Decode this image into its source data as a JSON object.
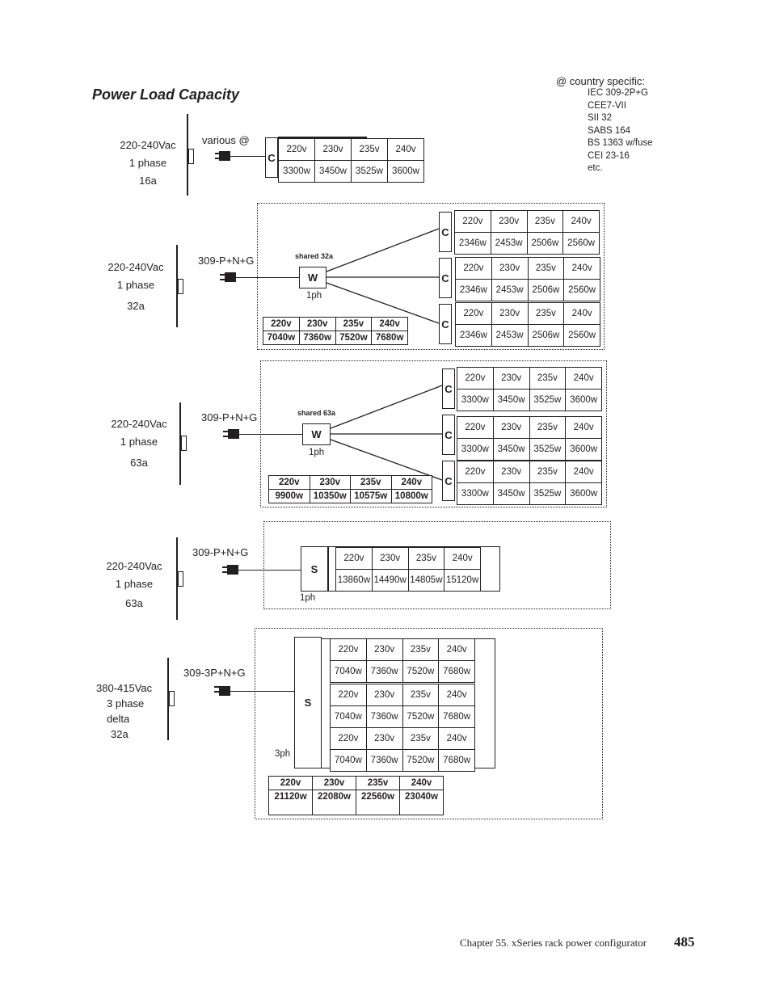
{
  "title": "Power Load Capacity",
  "country": {
    "heading": "@ country specific:",
    "items": [
      "IEC 309-2P+G",
      "CEE7-VII",
      "SII 32",
      "SABS 164",
      "BS 1363 w/fuse",
      "CEI 23-16",
      "etc."
    ]
  },
  "sections": [
    {
      "source": [
        "220-240Vac",
        "1 phase",
        "16a"
      ],
      "plug": "various @",
      "box_letter": "C",
      "tables": [
        {
          "volts": [
            "220v",
            "230v",
            "235v",
            "240v"
          ],
          "watts": [
            "3300w",
            "3450w",
            "3525w",
            "3600w"
          ]
        }
      ]
    },
    {
      "source": [
        "220-240Vac",
        "1 phase",
        "32a"
      ],
      "plug": "309-P+N+G",
      "shared": "shared 32a",
      "box_letter": "W",
      "phase": "1ph",
      "outlet_letter": "C",
      "tables": [
        {
          "volts": [
            "220v",
            "230v",
            "235v",
            "240v"
          ],
          "watts": [
            "2346w",
            "2453w",
            "2506w",
            "2560w"
          ]
        },
        {
          "volts": [
            "220v",
            "230v",
            "235v",
            "240v"
          ],
          "watts": [
            "2346w",
            "2453w",
            "2506w",
            "2560w"
          ]
        },
        {
          "volts": [
            "220v",
            "230v",
            "235v",
            "240v"
          ],
          "watts": [
            "2346w",
            "2453w",
            "2506w",
            "2560w"
          ]
        }
      ],
      "total": {
        "volts": [
          "220v",
          "230v",
          "235v",
          "240v"
        ],
        "watts": [
          "7040w",
          "7360w",
          "7520w",
          "7680w"
        ]
      }
    },
    {
      "source": [
        "220-240Vac",
        "1 phase",
        "63a"
      ],
      "plug": "309-P+N+G",
      "shared": "shared 63a",
      "box_letter": "W",
      "phase": "1ph",
      "outlet_letter": "C",
      "tables": [
        {
          "volts": [
            "220v",
            "230v",
            "235v",
            "240v"
          ],
          "watts": [
            "3300w",
            "3450w",
            "3525w",
            "3600w"
          ]
        },
        {
          "volts": [
            "220v",
            "230v",
            "235v",
            "240v"
          ],
          "watts": [
            "3300w",
            "3450w",
            "3525w",
            "3600w"
          ]
        },
        {
          "volts": [
            "220v",
            "230v",
            "235v",
            "240v"
          ],
          "watts": [
            "3300w",
            "3450w",
            "3525w",
            "3600w"
          ]
        }
      ],
      "total": {
        "volts": [
          "220v",
          "230v",
          "235v",
          "240v"
        ],
        "watts": [
          "9900w",
          "10350w",
          "10575w",
          "10800w"
        ]
      }
    },
    {
      "source": [
        "220-240Vac",
        "1 phase",
        "63a"
      ],
      "plug": "309-P+N+G",
      "box_letter": "S",
      "phase": "1ph",
      "tables": [
        {
          "volts": [
            "220v",
            "230v",
            "235v",
            "240v"
          ],
          "watts": [
            "13860w",
            "14490w",
            "14805w",
            "15120w"
          ]
        }
      ]
    },
    {
      "source": [
        "380-415Vac",
        "3 phase",
        "delta",
        "32a"
      ],
      "plug": "309-3P+N+G",
      "box_letter": "S",
      "phase": "3ph",
      "tables": [
        {
          "volts": [
            "220v",
            "230v",
            "235v",
            "240v"
          ],
          "watts": [
            "7040w",
            "7360w",
            "7520w",
            "7680w"
          ]
        },
        {
          "volts": [
            "220v",
            "230v",
            "235v",
            "240v"
          ],
          "watts": [
            "7040w",
            "7360w",
            "7520w",
            "7680w"
          ]
        },
        {
          "volts": [
            "220v",
            "230v",
            "235v",
            "240v"
          ],
          "watts": [
            "7040w",
            "7360w",
            "7520w",
            "7680w"
          ]
        }
      ],
      "total": {
        "volts": [
          "220v",
          "230v",
          "235v",
          "240v"
        ],
        "watts": [
          "21120w",
          "22080w",
          "22560w",
          "23040w"
        ]
      }
    }
  ],
  "footer": {
    "chapter": "Chapter 55.   xSeries rack power configurator",
    "page": "485"
  }
}
